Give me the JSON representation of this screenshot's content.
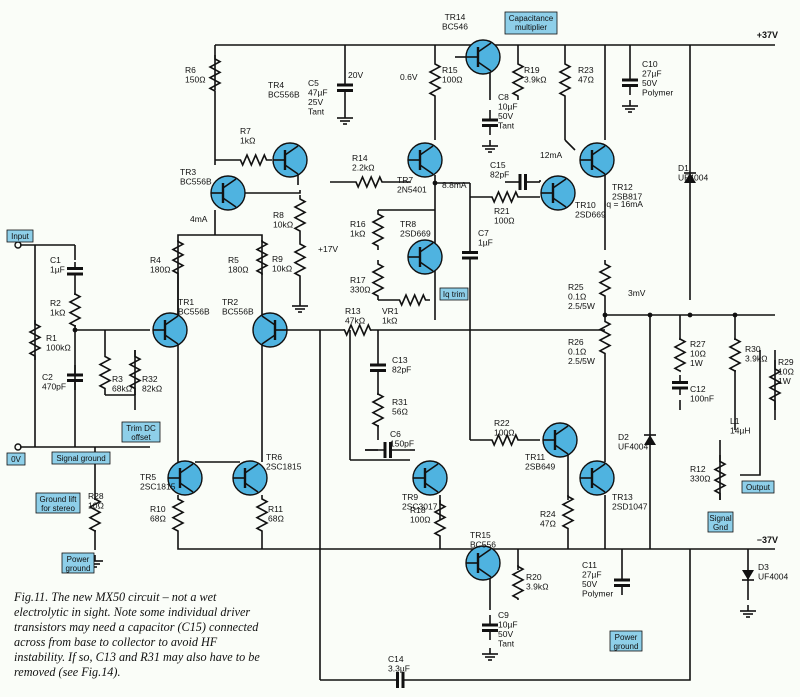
{
  "rails": {
    "pos": "+37V",
    "neg": "−37V"
  },
  "boxes": {
    "input": "Input",
    "zero": "0V",
    "signal_ground": "Signal ground",
    "ground_lift": [
      "Ground lift",
      "for stereo"
    ],
    "power_ground_l": [
      "Power",
      "ground"
    ],
    "power_ground_r": [
      "Power",
      "ground"
    ],
    "trim_dc": [
      "Trim DC",
      "offset"
    ],
    "iq_trim": "Iq trim",
    "cap_mult": [
      "Capacitance",
      "multiplier"
    ],
    "output": "Output",
    "signal_gnd": [
      "Signal",
      "Gnd"
    ]
  },
  "components": {
    "R6": [
      "R6",
      "150Ω"
    ],
    "TR4": [
      "TR4",
      "BC556B"
    ],
    "C5": [
      "C5",
      "47µF",
      "25V",
      "Tant"
    ],
    "v20": "20V",
    "v06": "0.6V",
    "R15": [
      "R15",
      "100Ω"
    ],
    "TR14": [
      "TR14",
      "BC546"
    ],
    "R19": [
      "R19",
      "3.9kΩ"
    ],
    "R23": [
      "R23",
      "47Ω"
    ],
    "C10": [
      "C10",
      "27µF",
      "50V",
      "Polymer"
    ],
    "C8": [
      "C8",
      "10µF",
      "50V",
      "Tant"
    ],
    "R7": [
      "R7",
      "1kΩ"
    ],
    "R14": [
      "R14",
      "2.2kΩ"
    ],
    "TR7": [
      "TR7",
      "2N5401"
    ],
    "i88": "8.8mA",
    "C15": [
      "C15",
      "82pF"
    ],
    "i12": "12mA",
    "TR12": [
      "TR12",
      "2SB817"
    ],
    "D1": [
      "D1",
      "UF4004"
    ],
    "TR3": [
      "TR3",
      "BC556B"
    ],
    "R8": [
      "R8",
      "10kΩ"
    ],
    "R21": [
      "R21",
      "100Ω"
    ],
    "TR10": [
      "TR10",
      "2SD669"
    ],
    "iq": "Iq = 16mA",
    "i4": "4mA",
    "R16": [
      "R16",
      "1kΩ"
    ],
    "TR8": [
      "TR8",
      "2SD669"
    ],
    "C7": [
      "C7",
      "1µF"
    ],
    "v17": "+17V",
    "R9": [
      "R9",
      "10kΩ"
    ],
    "R4": [
      "R4",
      "180Ω"
    ],
    "R5": [
      "R5",
      "180Ω"
    ],
    "R17": [
      "R17",
      "330Ω"
    ],
    "R25": [
      "R25",
      "0.1Ω",
      "2.5/5W"
    ],
    "mv3": "3mV",
    "VR1": [
      "VR1",
      "1kΩ"
    ],
    "C1": [
      "C1",
      "1µF"
    ],
    "R2": [
      "R2",
      "1kΩ"
    ],
    "TR1": [
      "TR1",
      "BC556B"
    ],
    "TR2": [
      "TR2",
      "BC556B"
    ],
    "R13": [
      "R13",
      "47kΩ"
    ],
    "R1": [
      "R1",
      "100kΩ"
    ],
    "R26": [
      "R26",
      "0.1Ω",
      "2.5/5W"
    ],
    "R27": [
      "R27",
      "10Ω",
      "1W"
    ],
    "R30": [
      "R30",
      "3.9kΩ"
    ],
    "R29": [
      "R29",
      "10Ω",
      "1W"
    ],
    "C2": [
      "C2",
      "470pF"
    ],
    "R3": [
      "R3",
      "68kΩ"
    ],
    "R32": [
      "R32",
      "82kΩ"
    ],
    "C13": [
      "C13",
      "82pF"
    ],
    "C12": [
      "C12",
      "100nF"
    ],
    "R31": [
      "R31",
      "56Ω"
    ],
    "L1": [
      "L1",
      "14µH"
    ],
    "C6": [
      "C6",
      "150pF"
    ],
    "R22": [
      "R22",
      "100Ω"
    ],
    "D2": [
      "D2",
      "UF4004"
    ],
    "TR11": [
      "TR11",
      "2SB649"
    ],
    "TR6": [
      "TR6",
      "2SC1815"
    ],
    "TR5": [
      "TR5",
      "2SC1815"
    ],
    "R12": [
      "R12",
      "330Ω"
    ],
    "TR9": [
      "TR9",
      "2SC3017"
    ],
    "TR13": [
      "TR13",
      "2SD1047"
    ],
    "R28": [
      "R28",
      "10Ω"
    ],
    "R10": [
      "R10",
      "68Ω"
    ],
    "R11": [
      "R11",
      "68Ω"
    ],
    "R18": [
      "R18",
      "100Ω"
    ],
    "R24": [
      "R24",
      "47Ω"
    ],
    "TR15": [
      "TR15",
      "BC556"
    ],
    "R20": [
      "R20",
      "3.9kΩ"
    ],
    "C11": [
      "C11",
      "27µF",
      "50V",
      "Polymer"
    ],
    "D3": [
      "D3",
      "UF4004"
    ],
    "C9": [
      "C9",
      "10µF",
      "50V",
      "Tant"
    ],
    "C14": [
      "C14",
      "3.3µF"
    ]
  },
  "caption": "Fig.11. The new MX50 circuit – not a wet electrolytic in sight. Note some individual driver transistors may need a capacitor (C15) connected across from base to collector to avoid HF instability. If so, C13 and R31 may also have to be removed (see Fig.14).",
  "colors": {
    "transistor": "#4fb3e0",
    "label_box": "#8ecfe9",
    "wire": "#111111",
    "background": "#fafdf8"
  }
}
